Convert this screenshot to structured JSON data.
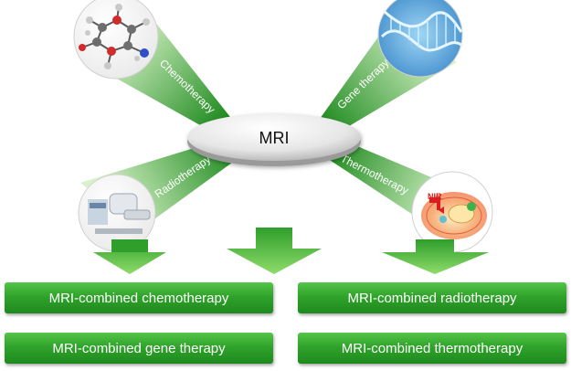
{
  "center": {
    "label": "MRI"
  },
  "rays": {
    "chemotherapy": "Chemotherapy",
    "gene_therapy": "Gene therapy",
    "radiotherapy": "Radiotherapy",
    "thermotherapy": "Thermotherapy"
  },
  "thermo_image": {
    "nir_label": "NIR"
  },
  "boxes": {
    "chemo": "MRI-combined chemotherapy",
    "radio": "MRI-combined radiotherapy",
    "gene": "MRI-combined gene therapy",
    "thermo": "MRI-combined thermotherapy"
  },
  "colors": {
    "green_dark": "#1f8a1f",
    "green_light": "#8fdc6a",
    "disk": "#d9d9d9",
    "nir_red": "#d81e1e"
  }
}
